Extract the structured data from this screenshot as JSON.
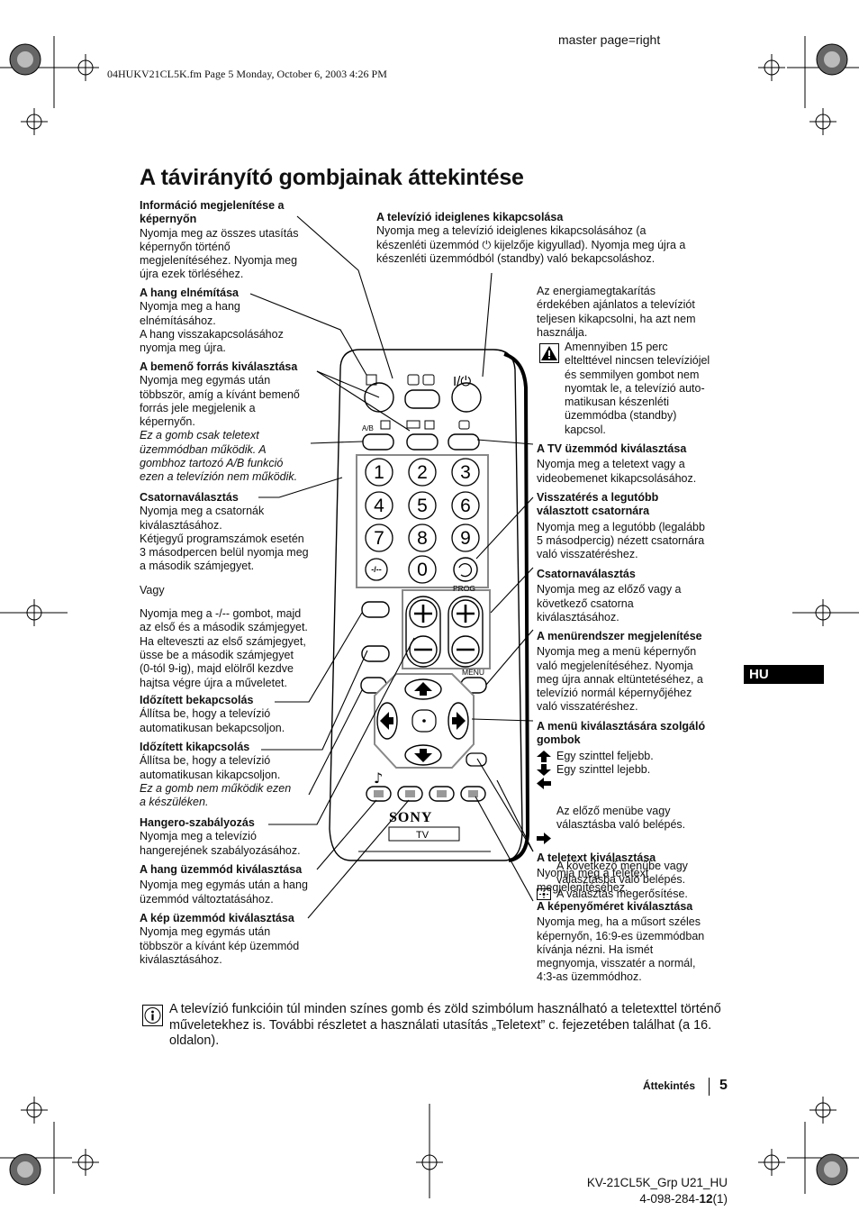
{
  "header": {
    "master": "master page=right",
    "file_line": "04HUKV21CL5K.fm  Page 5  Monday, October 6, 2003  4:26 PM"
  },
  "title": "A távirányító gombjainak áttekintése",
  "left": {
    "info": {
      "title": "Információ megjelenítése a képernyőn",
      "desc": "Nyomja meg az összes utasítás\nképernyőn történő\nmegjelenítéséhez. Nyomja meg\nújra ezek törléséhez."
    },
    "mute": {
      "title": "A hang elnémítása",
      "desc": "Nyomja meg a hang\nelnémításához.\nA hang visszakapcsolásához\nnyomja meg újra."
    },
    "input": {
      "title": "A bemenő forrás kiválasztása",
      "desc": "Nyomja meg egymás után\ntöbbször, amíg a kívánt bemenő\nforrás jele megjelenik a\nképernyőn.",
      "note": "Ez a gomb csak teletext\nüzemmódban működik. A\ngombhoz tartozó A/B funkció\nezen a televízión nem működik."
    },
    "channel": {
      "title": "Csatornaválasztás",
      "desc": "Nyomja meg a csatornák\nkiválasztásához.\nKétjegyű programszámok esetén\n3 másodpercen belül nyomja meg\na második számjegyet.",
      "or": "Vagy",
      "desc2": "Nyomja meg a -/-- gombot, majd\naz első és a második számjegyet.\nHa elteveszti az első számjegyet,\nüsse be a második számjegyet\n(0-tól 9-ig), majd elölről kezdve\nhajtsa végre újra a műveletet."
    },
    "timer_on": {
      "title": "Időzített bekapcsolás",
      "desc": "Állítsa be, hogy a televízió\nautomatikusan bekapcsoljon."
    },
    "timer_off": {
      "title": "Időzített kikapcsolás",
      "desc": "Állítsa be, hogy a televízió\nautomatikusan kikapcsoljon.",
      "note": "Ez a gomb nem működik ezen\na készüléken."
    },
    "volume": {
      "title": "Hangero-szabályozás",
      "desc": "Nyomja meg a televízió\nhangerejének szabályozásához."
    },
    "sound": {
      "title": "A hang üzemmód kiválasztása",
      "desc": "Nyomja meg egymás után a hang\nüzemmód változtatásához."
    },
    "picture": {
      "title": "A kép üzemmód kiválasztása",
      "desc": "Nyomja meg egymás után\ntöbbször a kívánt kép üzemmód\nkiválasztásához."
    }
  },
  "top": {
    "standby": {
      "title": "A televízió ideiglenes kikapcsolása",
      "desc": "Nyomja meg a televízió ideiglenes kikapcsolásához (a\nkészenléti üzemmód ⏻ kijelzője kigyullad). Nyomja meg újra a\nkészenléti üzemmódból (standby) való bekapcsoláshoz."
    }
  },
  "right": {
    "energy": "Az energiamegtakarítás\nérdekében ajánlatos a televíziót\nteljesen kikapcsolni, ha azt nem\nhasználja.",
    "warning": "Amennyiben 15 perc\neltelttével nincsen televíziójel\nés semmilyen gombot nem\nnyomtak le, a televízió auto-\nmatikusan készenléti\nüzemmódba (standby)\nkapcsol.",
    "tv_mode": {
      "title": "A TV üzemmód kiválasztása",
      "desc": "Nyomja meg a teletext vagy a\nvideobemenet kikapcsolásához."
    },
    "last_channel": {
      "title": "Visszatérés a legutóbb\nválasztott csatornára",
      "desc": "Nyomja meg a legutóbb (legalább\n5 másodpercig) nézett csatornára\nvaló visszatéréshez."
    },
    "prog": {
      "title": "Csatornaválasztás",
      "desc": "Nyomja meg az előző vagy a\nkövetkező csatorna\nkiválasztásához."
    },
    "menu": {
      "title": "A menürendszer megjelenítése",
      "desc": "Nyomja meg a menü képernyőn\nvaló megjelenítéséhez. Nyomja\nmeg újra annak eltüntetéséhez, a\ntelevízió normál képernyőjéhez\nvaló visszatéréshez."
    },
    "menu_sel": {
      "title": "A menü kiválasztására szolgáló\ngombok",
      "items": [
        "Egy szinttel feljebb.",
        "Egy szinttel lejebb.",
        "Az előző menübe vagy\nválasztásba való belépés.",
        "A következő menübe vagy\nválasztásba való belépés.",
        "A választás megerősítése."
      ]
    },
    "teletext": {
      "title": "A teletext kiválasztása",
      "desc": "Nyomja meg a teletext\nmegjelenítéséhez."
    },
    "screen": {
      "title": "A képenyőméret kiválasztása",
      "desc": "Nyomja meg, ha a műsort széles\nképernyőn, 16:9-es üzemmódban\nkívánja nézni. Ha ismét\nmegnyomja, visszatér a normál,\n4:3-as üzemmódhoz."
    }
  },
  "remote": {
    "ab_label": "A/B",
    "prog_label": "PROG",
    "menu_label": "MENU",
    "brand": "SONY",
    "tv_label": "TV",
    "digits": [
      "1",
      "2",
      "3",
      "4",
      "5",
      "6",
      "7",
      "8",
      "9",
      "-/--",
      "0"
    ]
  },
  "side_tab": "HU",
  "note": "A televízió funkcióin túl minden színes gomb és zöld szimbólum használható a teletexttel történő műveletekhez is. További részletet a használati utasítás „Teletext” c. fejezetében találhat (a 16. oldalon).",
  "footer": {
    "section": "Áttekintés",
    "page": "5",
    "model": "KV-21CL5K_Grp U21_HU",
    "partno_pre": "4-098-284-",
    "partno_bold": "12",
    "partno_post": "(1)"
  }
}
